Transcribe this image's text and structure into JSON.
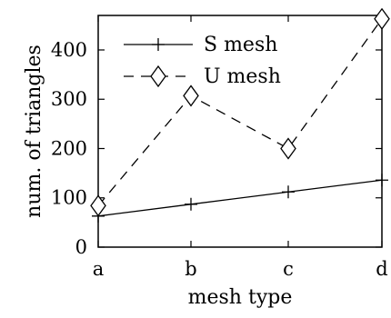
{
  "chart_data": {
    "type": "line",
    "categories": [
      "a",
      "b",
      "c",
      "d"
    ],
    "series": [
      {
        "name": "S mesh",
        "values": [
          63,
          87,
          112,
          136
        ],
        "style": "solid",
        "marker": "plus"
      },
      {
        "name": "U mesh",
        "values": [
          84,
          307,
          200,
          463
        ],
        "style": "dashed",
        "marker": "diamond"
      }
    ],
    "xlabel": "mesh type",
    "ylabel": "num. of triangles",
    "ylim": [
      0,
      470
    ],
    "yticks": [
      0,
      100,
      200,
      300,
      400
    ],
    "grid": false,
    "legend": "top-left",
    "colors": {
      "line": "#000000",
      "background": "#ffffff"
    }
  }
}
